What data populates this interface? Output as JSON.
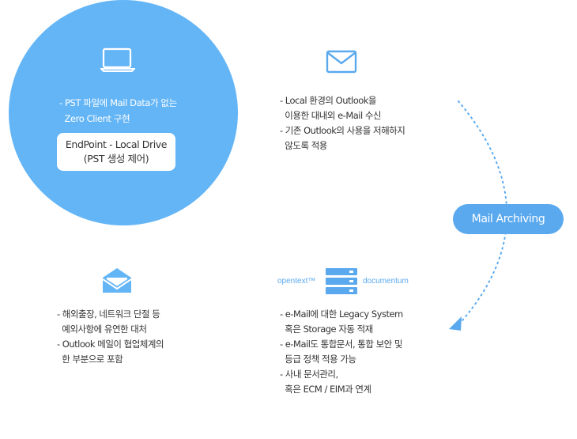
{
  "brand_color": "#5aa9ee",
  "circle_color": "#64b5f6",
  "circle": {
    "lines": [
      "- PST 파일에 Mail Data가 없는",
      "  Zero Client 구현"
    ],
    "box_line1": "EndPoint - Local Drive",
    "box_line2": "(PST 생성 제어)"
  },
  "top_right": {
    "icon": "envelope-icon",
    "text": "- Local 환경의 Outlook을\n  이용한 대내외 e-Mail 수신\n- 기존 Outlook의 사용을 저해하지\n  않도록 적용"
  },
  "bottom_left": {
    "icon": "open-envelope-icon",
    "text": "- 해외출장, 네트워크 단절 등\n  예외사항에 유연한 대처\n- Outlook 메일이 협업체계의\n  한 부분으로 포함"
  },
  "bottom_right": {
    "brand_left": "opentext™",
    "brand_right": "documentum",
    "icon": "server-icon",
    "text": "- e-Mail에 대한 Legacy System\n  혹은 Storage 자동 적재\n- e-Mail도 통합문서, 통합 보안 및\n  등급 정책 적용 가능\n- 사내 문서관리,\n  혹은 ECM / EIM과 연계"
  },
  "archiving_label": "Mail Archiving"
}
